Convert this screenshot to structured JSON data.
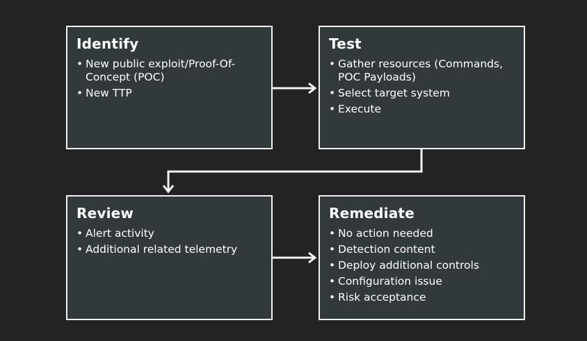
{
  "steps": [
    {
      "title": "Identify",
      "items": [
        "New public exploit/Proof-Of-Concept (POC)",
        "New TTP"
      ]
    },
    {
      "title": "Test",
      "items": [
        "Gather resources (Commands, POC Payloads)",
        "Select target system",
        "Execute"
      ]
    },
    {
      "title": "Review",
      "items": [
        "Alert activity",
        "Additional related telemetry"
      ]
    },
    {
      "title": "Remediate",
      "items": [
        "No action needed",
        "Detection content",
        "Deploy additional controls",
        "Configuration issue",
        "Risk acceptance"
      ]
    }
  ],
  "colors": {
    "background": "#232323",
    "box_fill": "#32393c",
    "border": "#f2f2f2",
    "text": "#ffffff"
  }
}
